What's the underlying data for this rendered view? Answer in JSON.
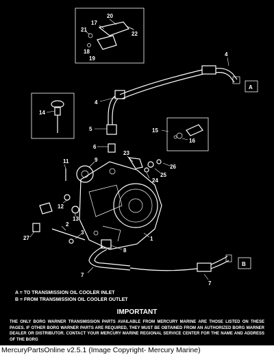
{
  "legend": {
    "a": "A = TO TRANSMISSION OIL COOLER INLET",
    "b": "B = FROM TRANSMISSION OIL COOLER OUTLET"
  },
  "callouts": {
    "box_a": "A",
    "box_b": "B",
    "n1": "1",
    "n2": "2",
    "n3": "3",
    "n4": "4",
    "n4b": "4",
    "n5": "5",
    "n6": "6",
    "n7": "7",
    "n7b": "7",
    "n8": "8",
    "n9": "9",
    "n11": "11",
    "n12": "12",
    "n13": "13",
    "n14": "14",
    "n15": "15",
    "n16": "16",
    "n17": "17",
    "n18": "18",
    "n19": "19",
    "n20": "20",
    "n21": "21",
    "n22": "22",
    "n23": "23",
    "n24": "24",
    "n25": "25",
    "n26": "26",
    "n27": "27"
  },
  "important": {
    "heading": "IMPORTANT",
    "notice": "THE ONLY BORG WARNER TRANSMISSION PARTS AVAILABLE FROM MERCURY MARINE ARE THOSE LISTED ON THESE PAGES. IF OTHER BORG WARNER PARTS ARE REQUIRED, THEY MUST BE OBTAINED FROM AN AUTHORIZED BORG WARNER DEALER OR DISTRIBUTOR. CONTACT YOUR MERCURY MARINE REGIONAL SERVICE CENTER FOR THE NAME AND ADDRESS OF THE BORG"
  },
  "footer": "MercuryPartsOnline v2.5.1 (Image Copyright- Mercury Marine)"
}
